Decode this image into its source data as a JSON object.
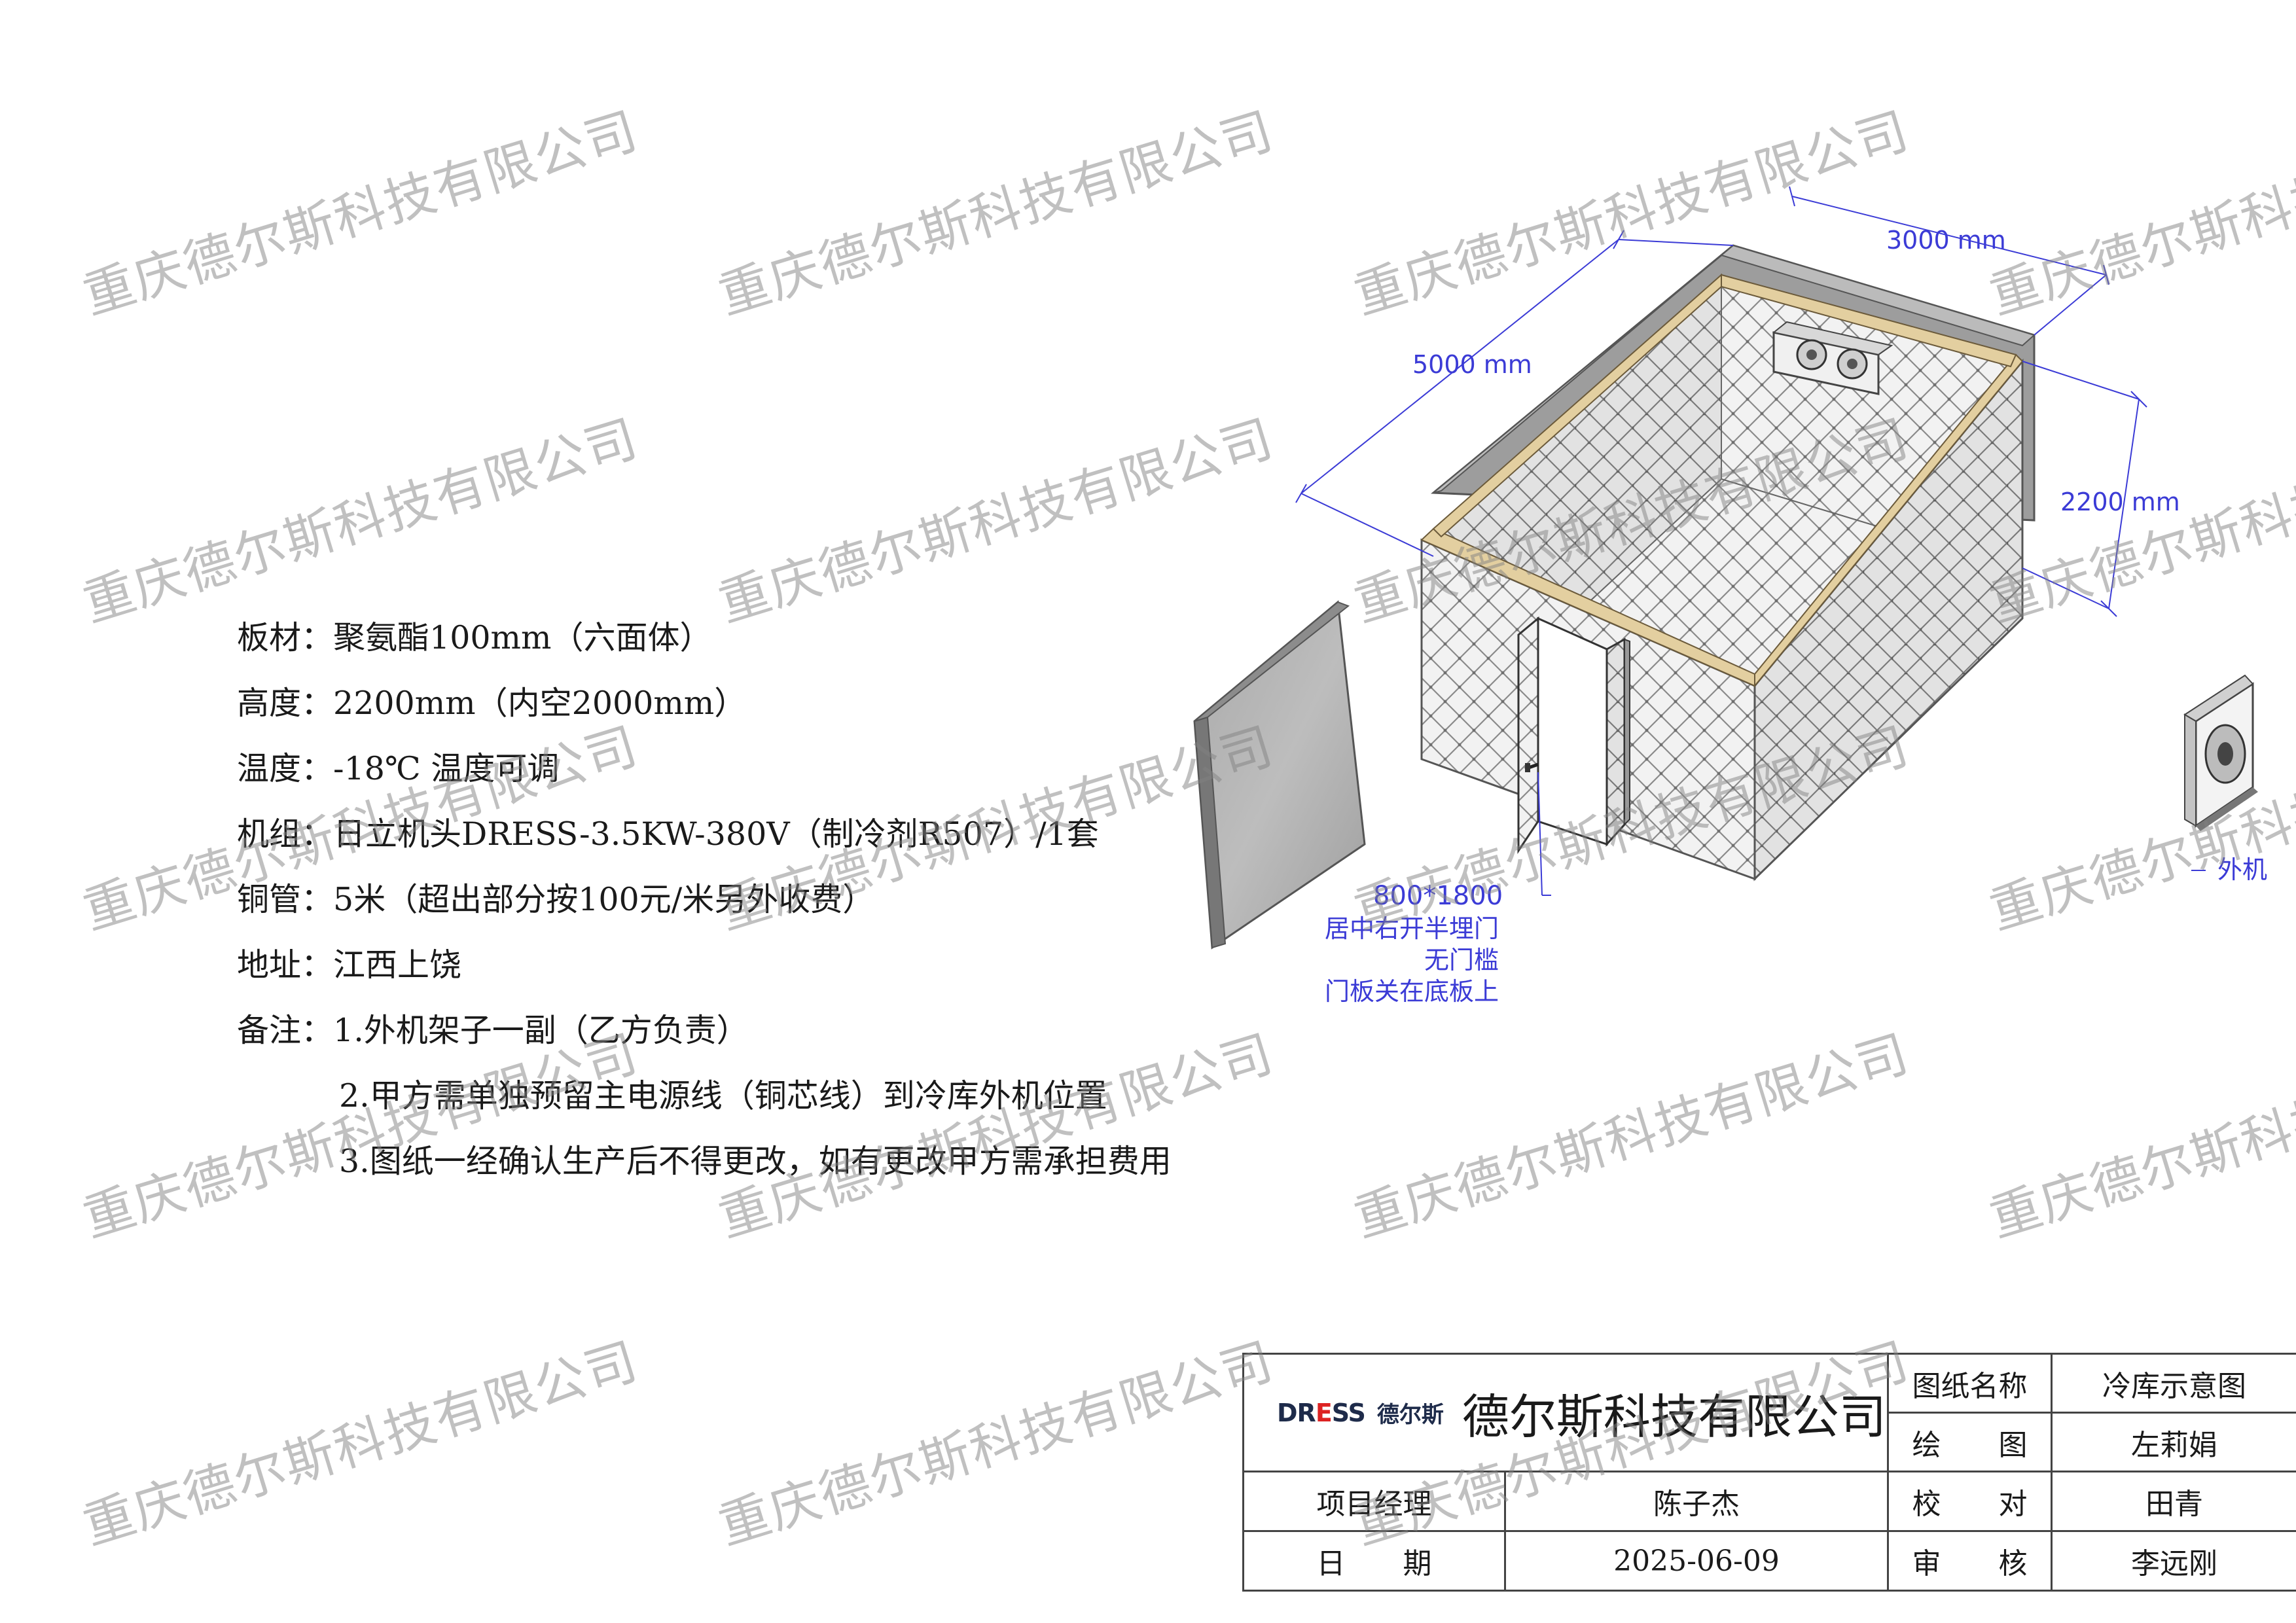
{
  "watermark_text": "重庆德尔斯科技有限公司",
  "specs": [
    {
      "label": "板材：",
      "value": "聚氨酯100mm（六面体）"
    },
    {
      "label": "高度：",
      "value": "2200mm（内空2000mm）"
    },
    {
      "label": "温度：",
      "value": "-18℃  温度可调"
    },
    {
      "label": "机组：",
      "value": "日立机头DRESS-3.5KW-380V（制冷剂R507）/1套"
    },
    {
      "label": "铜管：",
      "value": "5米（超出部分按100元/米另外收费）"
    },
    {
      "label": "地址：",
      "value": "江西上饶"
    },
    {
      "label": "备注：",
      "value": "1.外机架子一副（乙方负责）"
    }
  ],
  "remarks_more": [
    "2.甲方需单独预留主电源线（铜芯线）到冷库外机位置",
    "3.图纸一经确认生产后不得更改，如有更改甲方需承担费用"
  ],
  "drawing": {
    "dim_length": "5000 mm",
    "dim_width": "3000 mm",
    "dim_height": "2200 mm",
    "outdoor_unit_label": "外机",
    "door_size": "800*1800",
    "door_notes": [
      "居中右开半埋门",
      "无门槛",
      "门板关在底板上"
    ]
  },
  "title_block": {
    "logo_latin": "DRESS",
    "logo_cn": "德尔斯",
    "company": "德尔斯科技有限公司",
    "drawing_name_label": "图纸名称",
    "drawing_name": "冷库示意图",
    "drawn_label": "绘　　图",
    "drawn_by": "左莉娟",
    "pm_label": "项目经理",
    "pm": "陈子杰",
    "check_label": "校　　对",
    "checker": "田青",
    "date_label": "日　　期",
    "date": "2025-06-09",
    "review_label": "审　　核",
    "reviewer": "李远刚"
  },
  "colors": {
    "dimension": "#3b3bd6",
    "panel_edge": "#e3cfa0",
    "panel_side": "#9a9a9a"
  }
}
